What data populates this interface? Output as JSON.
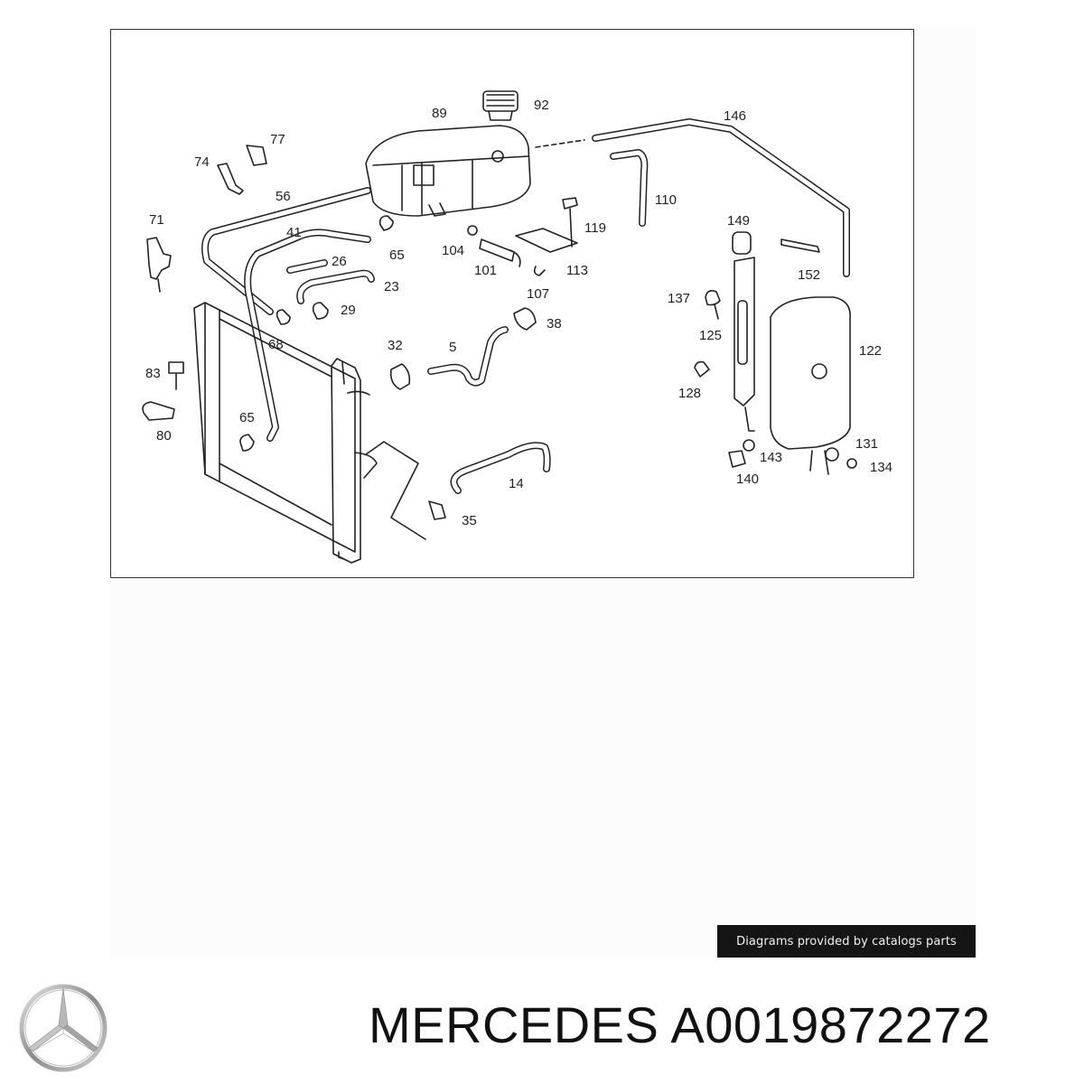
{
  "diagram": {
    "callouts": [
      {
        "id": "c89",
        "text": "89"
      },
      {
        "id": "c92",
        "text": "92"
      },
      {
        "id": "c146",
        "text": "146"
      },
      {
        "id": "c77",
        "text": "77"
      },
      {
        "id": "c74",
        "text": "74"
      },
      {
        "id": "c56",
        "text": "56"
      },
      {
        "id": "c71",
        "text": "71"
      },
      {
        "id": "c41",
        "text": "41"
      },
      {
        "id": "c65a",
        "text": "65"
      },
      {
        "id": "c104",
        "text": "104"
      },
      {
        "id": "c119",
        "text": "119"
      },
      {
        "id": "c110",
        "text": "110"
      },
      {
        "id": "c149",
        "text": "149"
      },
      {
        "id": "c26",
        "text": "26"
      },
      {
        "id": "c101",
        "text": "101"
      },
      {
        "id": "c113",
        "text": "113"
      },
      {
        "id": "c152",
        "text": "152"
      },
      {
        "id": "c23",
        "text": "23"
      },
      {
        "id": "c107",
        "text": "107"
      },
      {
        "id": "c137",
        "text": "137"
      },
      {
        "id": "c29",
        "text": "29"
      },
      {
        "id": "c38",
        "text": "38"
      },
      {
        "id": "c125",
        "text": "125"
      },
      {
        "id": "c68",
        "text": "68"
      },
      {
        "id": "c32",
        "text": "32"
      },
      {
        "id": "c5",
        "text": "5"
      },
      {
        "id": "c122",
        "text": "122"
      },
      {
        "id": "c83",
        "text": "83"
      },
      {
        "id": "c128",
        "text": "128"
      },
      {
        "id": "c65b",
        "text": "65"
      },
      {
        "id": "c80",
        "text": "80"
      },
      {
        "id": "c131",
        "text": "131"
      },
      {
        "id": "c143",
        "text": "143"
      },
      {
        "id": "c134",
        "text": "134"
      },
      {
        "id": "c140",
        "text": "140"
      },
      {
        "id": "c14",
        "text": "14"
      },
      {
        "id": "c35",
        "text": "35"
      }
    ]
  },
  "credit": {
    "text": "Diagrams provided by catalogs parts"
  },
  "product": {
    "title": "MERCEDES A0019872272"
  },
  "logo": {
    "icon": "mercedes-star-icon"
  }
}
